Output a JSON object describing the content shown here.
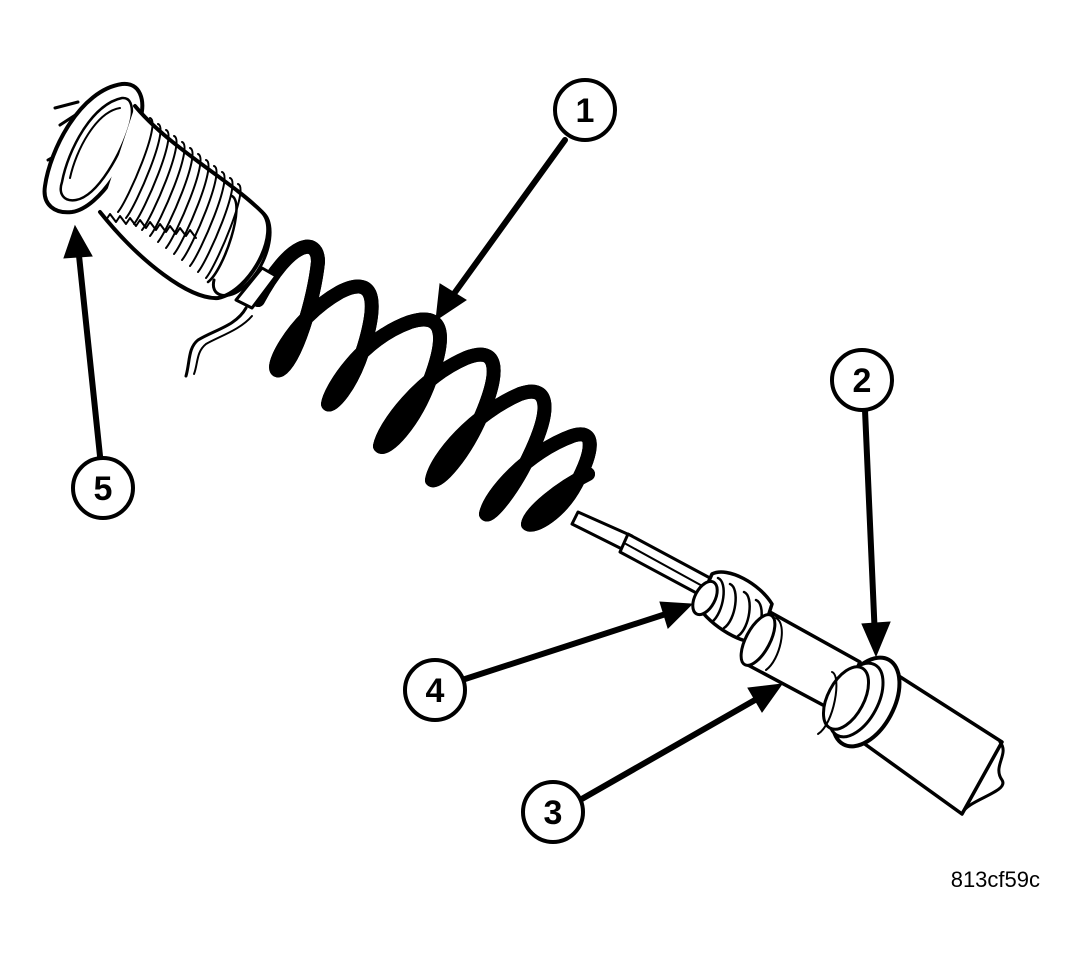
{
  "figure": {
    "id": "813cf59c",
    "line_color": "#000000",
    "background_color": "#ffffff"
  },
  "callouts": [
    {
      "label": "1",
      "part": "spring"
    },
    {
      "label": "2",
      "part": "end seal"
    },
    {
      "label": "3",
      "part": "valve body"
    },
    {
      "label": "4",
      "part": "valve spool"
    },
    {
      "label": "5",
      "part": "threaded plug"
    }
  ]
}
